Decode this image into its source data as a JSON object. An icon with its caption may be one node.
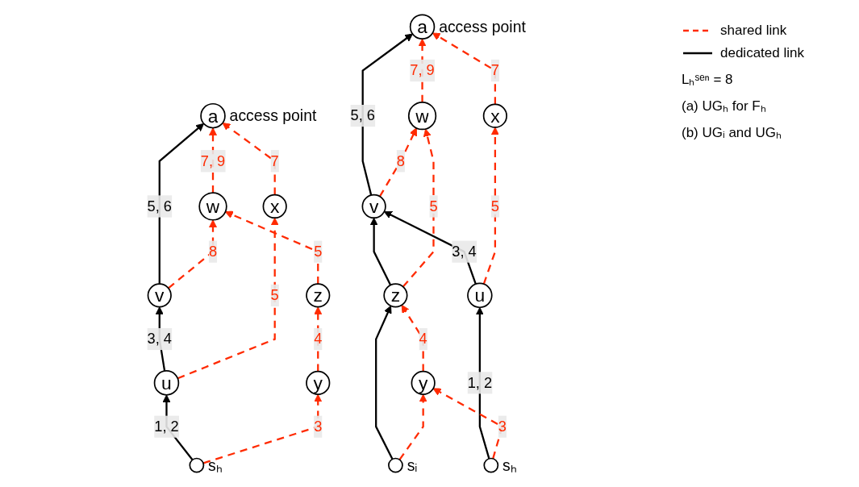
{
  "diagram": {
    "nodes": [
      {
        "text": [
          "a"
        ],
        "beside": [
          "access point"
        ]
      },
      {
        "text": [
          "w"
        ]
      },
      {
        "text": [
          "x"
        ]
      },
      {
        "text": [
          "v"
        ]
      },
      {
        "text": [
          "z"
        ]
      },
      {
        "text": [
          "u"
        ]
      },
      {
        "text": [
          "y"
        ]
      },
      {
        "text": [],
        "shape": "circle",
        "beside": [
          "sₕ"
        ]
      },
      {
        "text": [
          "a"
        ],
        "beside": [
          "access point"
        ]
      },
      {
        "text": [
          "w"
        ]
      },
      {
        "text": [
          "x"
        ]
      },
      {
        "text": [
          "v"
        ]
      },
      {
        "text": [
          "z"
        ]
      },
      {
        "text": [
          "u"
        ]
      },
      {
        "text": [
          "y"
        ]
      },
      {
        "text": [],
        "shape": "circle",
        "beside": [
          "sᵢ"
        ]
      },
      {
        "text": [],
        "shape": "circle",
        "beside": [
          "sₕ"
        ]
      }
    ],
    "edges": [
      {
        "from": 1,
        "to": 0,
        "arrow": "to",
        "label": "7, 9",
        "style": "dashed"
      },
      {
        "from": 2,
        "to": 0,
        "arrow": "to",
        "label": "7",
        "style": "dashed"
      },
      {
        "from": 3,
        "to": 0,
        "arrow": "to",
        "label": "5, 6",
        "color": "#000000"
      },
      {
        "from": 3,
        "to": 1,
        "arrow": "to",
        "label": "8",
        "style": "dashed"
      },
      {
        "from": 5,
        "to": 3,
        "arrow": "to",
        "label": "3, 4",
        "color": "#000000"
      },
      {
        "from": 5,
        "to": 2,
        "arrow": "to",
        "label": "5",
        "style": "dashed"
      },
      {
        "from": 4,
        "to": 1,
        "arrow": "to",
        "label": "5",
        "style": "dashed"
      },
      {
        "from": 6,
        "to": 4,
        "arrow": "to",
        "label": "4",
        "style": "dashed"
      },
      {
        "from": 7,
        "to": 5,
        "arrow": "to",
        "label": "1, 2",
        "color": "#000000"
      },
      {
        "from": 7,
        "to": 6,
        "arrow": "to",
        "label": "3",
        "style": "dashed"
      },
      {
        "from": 9,
        "to": 8,
        "arrow": "to",
        "label": "7, 9",
        "style": "dashed"
      },
      {
        "from": 10,
        "to": 8,
        "arrow": "to",
        "label": "7",
        "style": "dashed"
      },
      {
        "from": 11,
        "to": 8,
        "arrow": "to",
        "label": "5, 6",
        "color": "#000000"
      },
      {
        "from": 11,
        "to": 9,
        "arrow": "to",
        "label": "8",
        "style": "dashed"
      },
      {
        "from": 12,
        "to": 11,
        "arrow": "to",
        "color": "#000000"
      },
      {
        "from": 13,
        "to": 11,
        "arrow": "to",
        "label": "3, 4",
        "color": "#000000"
      },
      {
        "from": 13,
        "to": 10,
        "arrow": "to",
        "label": "5",
        "style": "dashed"
      },
      {
        "from": 12,
        "to": 9,
        "arrow": "to",
        "label": "5",
        "style": "dashed"
      },
      {
        "from": 14,
        "to": 12,
        "arrow": "to",
        "label": "4",
        "style": "dashed"
      },
      {
        "from": 15,
        "to": 12,
        "arrow": "to",
        "color": "#000000"
      },
      {
        "from": 15,
        "to": 14,
        "arrow": "to",
        "style": "dashed"
      },
      {
        "from": 16,
        "to": 13,
        "arrow": "to",
        "label": "1, 2",
        "color": "#000000"
      },
      {
        "from": 16,
        "to": 14,
        "arrow": "to",
        "label": "3",
        "style": "dashed"
      }
    ],
    "labels": [
      "Lₕˢᵉⁿ = 8",
      "(a) UGₕ for Fₕ",
      "(b) UGᵢ and UGₕ"
    ],
    "legend": [
      {
        "text": "shared link"
      },
      {
        "text": "dedicated link"
      }
    ]
  }
}
